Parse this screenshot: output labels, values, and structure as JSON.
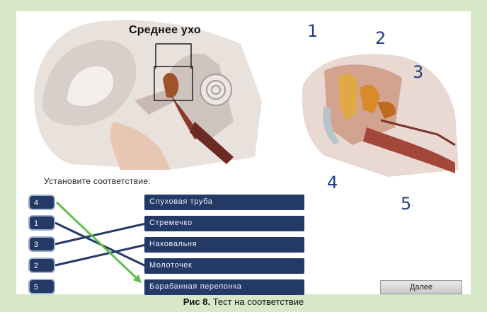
{
  "figure": {
    "left_title": "Среднее ухо",
    "labels": [
      "1",
      "2",
      "3",
      "4",
      "5"
    ]
  },
  "instruction": "Установите соответствие:",
  "left_items": [
    "4",
    "1",
    "3",
    "2",
    "5"
  ],
  "right_items": [
    "Слуховая труба",
    "Стремечко",
    "Наковальня",
    "Молоточек",
    "Барабанная перепонка"
  ],
  "connections": [
    {
      "from": "4",
      "to": "Барабанная перепонка",
      "color": "#5fbf4a"
    },
    {
      "from": "1",
      "to": "Молоточек",
      "color": "#233a66"
    },
    {
      "from": "3",
      "to": "Стремечко",
      "color": "#233a66"
    },
    {
      "from": "2",
      "to": "Наковальня",
      "color": "#233a66"
    }
  ],
  "next_button": "Далее",
  "caption": {
    "bold": "Рис 8.",
    "text": " Тест на соответствие"
  },
  "colors": {
    "background": "#d6e8c8",
    "box": "#233a66",
    "correct_line": "#5fbf4a",
    "label": "#1f3f8a"
  }
}
